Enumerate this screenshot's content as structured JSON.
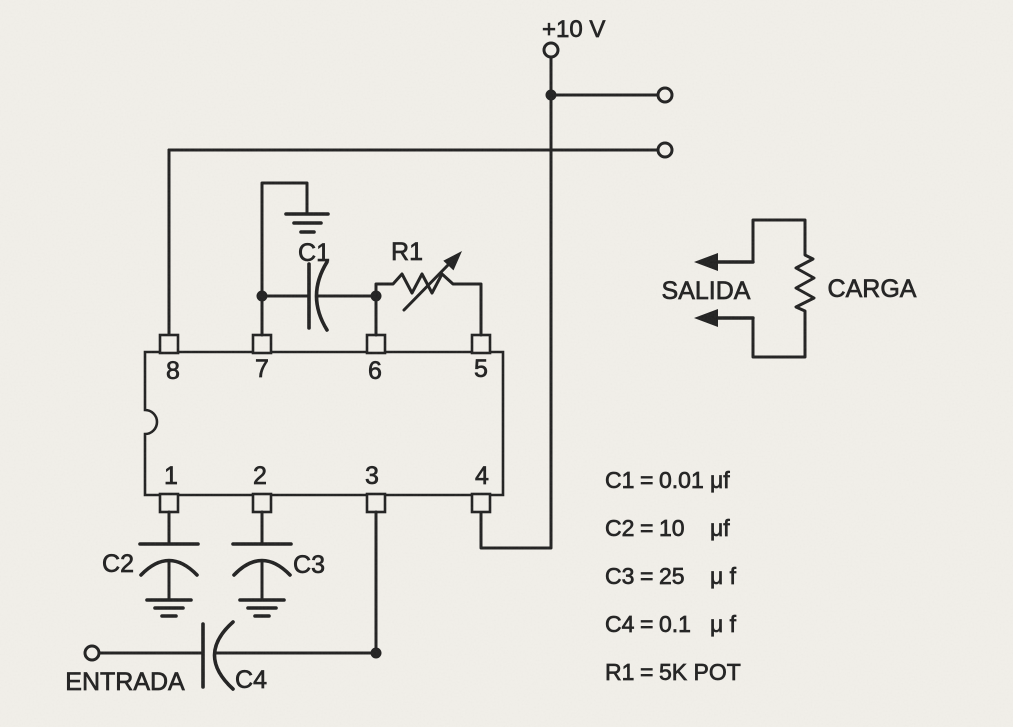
{
  "diagram": {
    "power_label": "+10 V",
    "ic": {
      "pins_top": [
        "8",
        "7",
        "6",
        "5"
      ],
      "pins_bottom": [
        "1",
        "2",
        "3",
        "4"
      ]
    },
    "labels": {
      "c1": "C1",
      "r1": "R1",
      "c2": "C2",
      "c3": "C3",
      "c4": "C4",
      "input": "ENTRADA",
      "output": "SALIDA",
      "load": "CARGA"
    },
    "parts_list": [
      {
        "name": "C1",
        "eq": "=",
        "value": "0.01",
        "unit": "μf"
      },
      {
        "name": "C2",
        "eq": "=",
        "value": "10",
        "unit": "μf"
      },
      {
        "name": "C3",
        "eq": "=",
        "value": "25",
        "unit": "μ f"
      },
      {
        "name": "C4",
        "eq": "=",
        "value": "0.1",
        "unit": "μ f"
      },
      {
        "name": "R1",
        "eq": "=",
        "value": "5K POT",
        "unit": ""
      }
    ],
    "colors": {
      "ink": "#1f1f1f",
      "paper": "#f2f0ea"
    }
  }
}
